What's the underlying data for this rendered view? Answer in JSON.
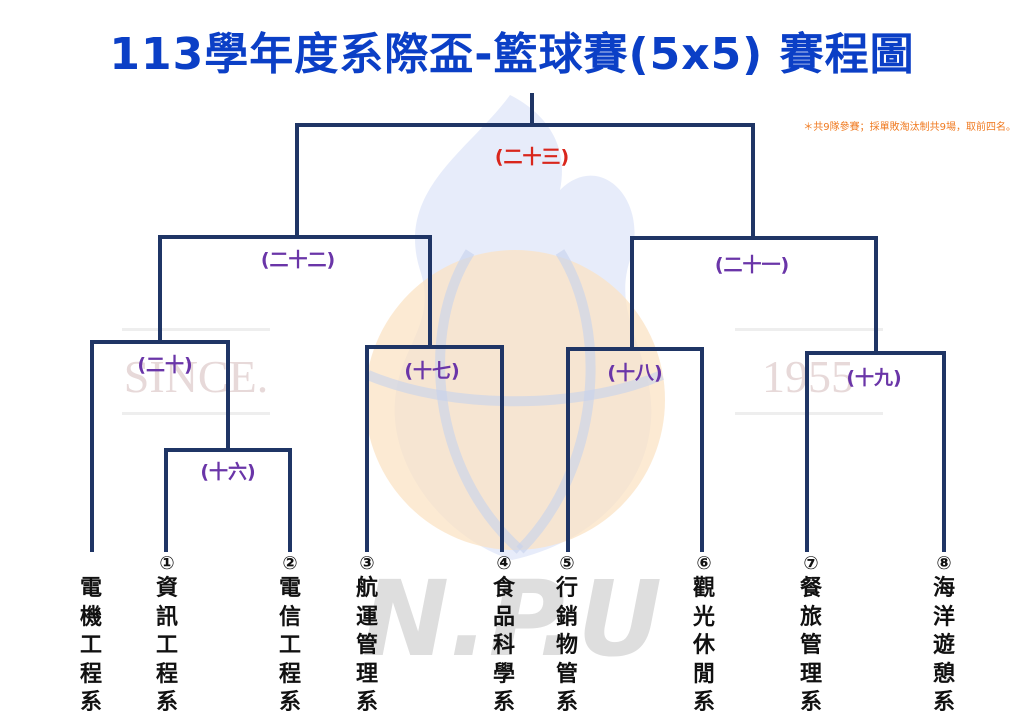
{
  "header": {
    "title": "113學年度系際盃-籃球賽(5x5)  賽程圖",
    "note": "＊共9隊參賽；採單敗淘汰制共9場，取前四名。"
  },
  "teams": [
    {
      "seed": "",
      "name": "電機工程系"
    },
    {
      "seed": "①",
      "name": "資訊工程系"
    },
    {
      "seed": "②",
      "name": "電信工程系"
    },
    {
      "seed": "③",
      "name": "航運管理系"
    },
    {
      "seed": "④",
      "name": "食品科學系"
    },
    {
      "seed": "⑤",
      "name": "行銷物管系"
    },
    {
      "seed": "⑥",
      "name": "觀光休閒系"
    },
    {
      "seed": "⑦",
      "name": "餐旅管理系"
    },
    {
      "seed": "⑧",
      "name": "海洋遊憩系"
    }
  ],
  "matches": {
    "m16": "(十六)",
    "m17": "(十七)",
    "m18": "(十八)",
    "m19": "(十九)",
    "m20": "(二十)",
    "m21": "(二十一)",
    "m22": "(二十二)",
    "m23": "(二十三)"
  },
  "watermark": {
    "left_text": "SINCE.",
    "right_text": "1955",
    "bottom_text": "N.P.U"
  },
  "colors": {
    "title": "#0b3fc6",
    "bracket_line": "#1f3565",
    "round_label": "#6a35a8",
    "final_label": "#d9261c",
    "note": "#f07a20"
  }
}
